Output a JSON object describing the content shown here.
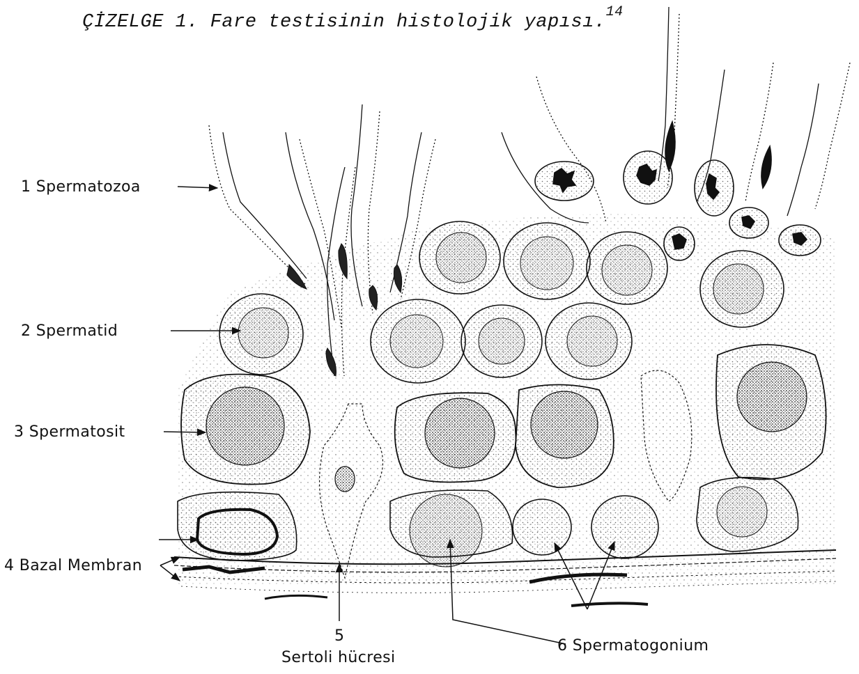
{
  "title": {
    "text": "ÇİZELGE 1. Fare testisinin histolojik yapısı.",
    "ref": "14"
  },
  "labels": {
    "spermatozoa": "1 Spermatozoa",
    "spermatid": "2 Spermatid",
    "spermatosit": "3 Spermatosit",
    "bazal_membran": "4 Bazal Membran",
    "sertoli_number": "5",
    "sertoli_name": "Sertoli hücresi",
    "spermatogonium": "6 Spermatogonium"
  },
  "colors": {
    "ink": "#111111",
    "stipple": "#555555",
    "background": "#ffffff"
  }
}
